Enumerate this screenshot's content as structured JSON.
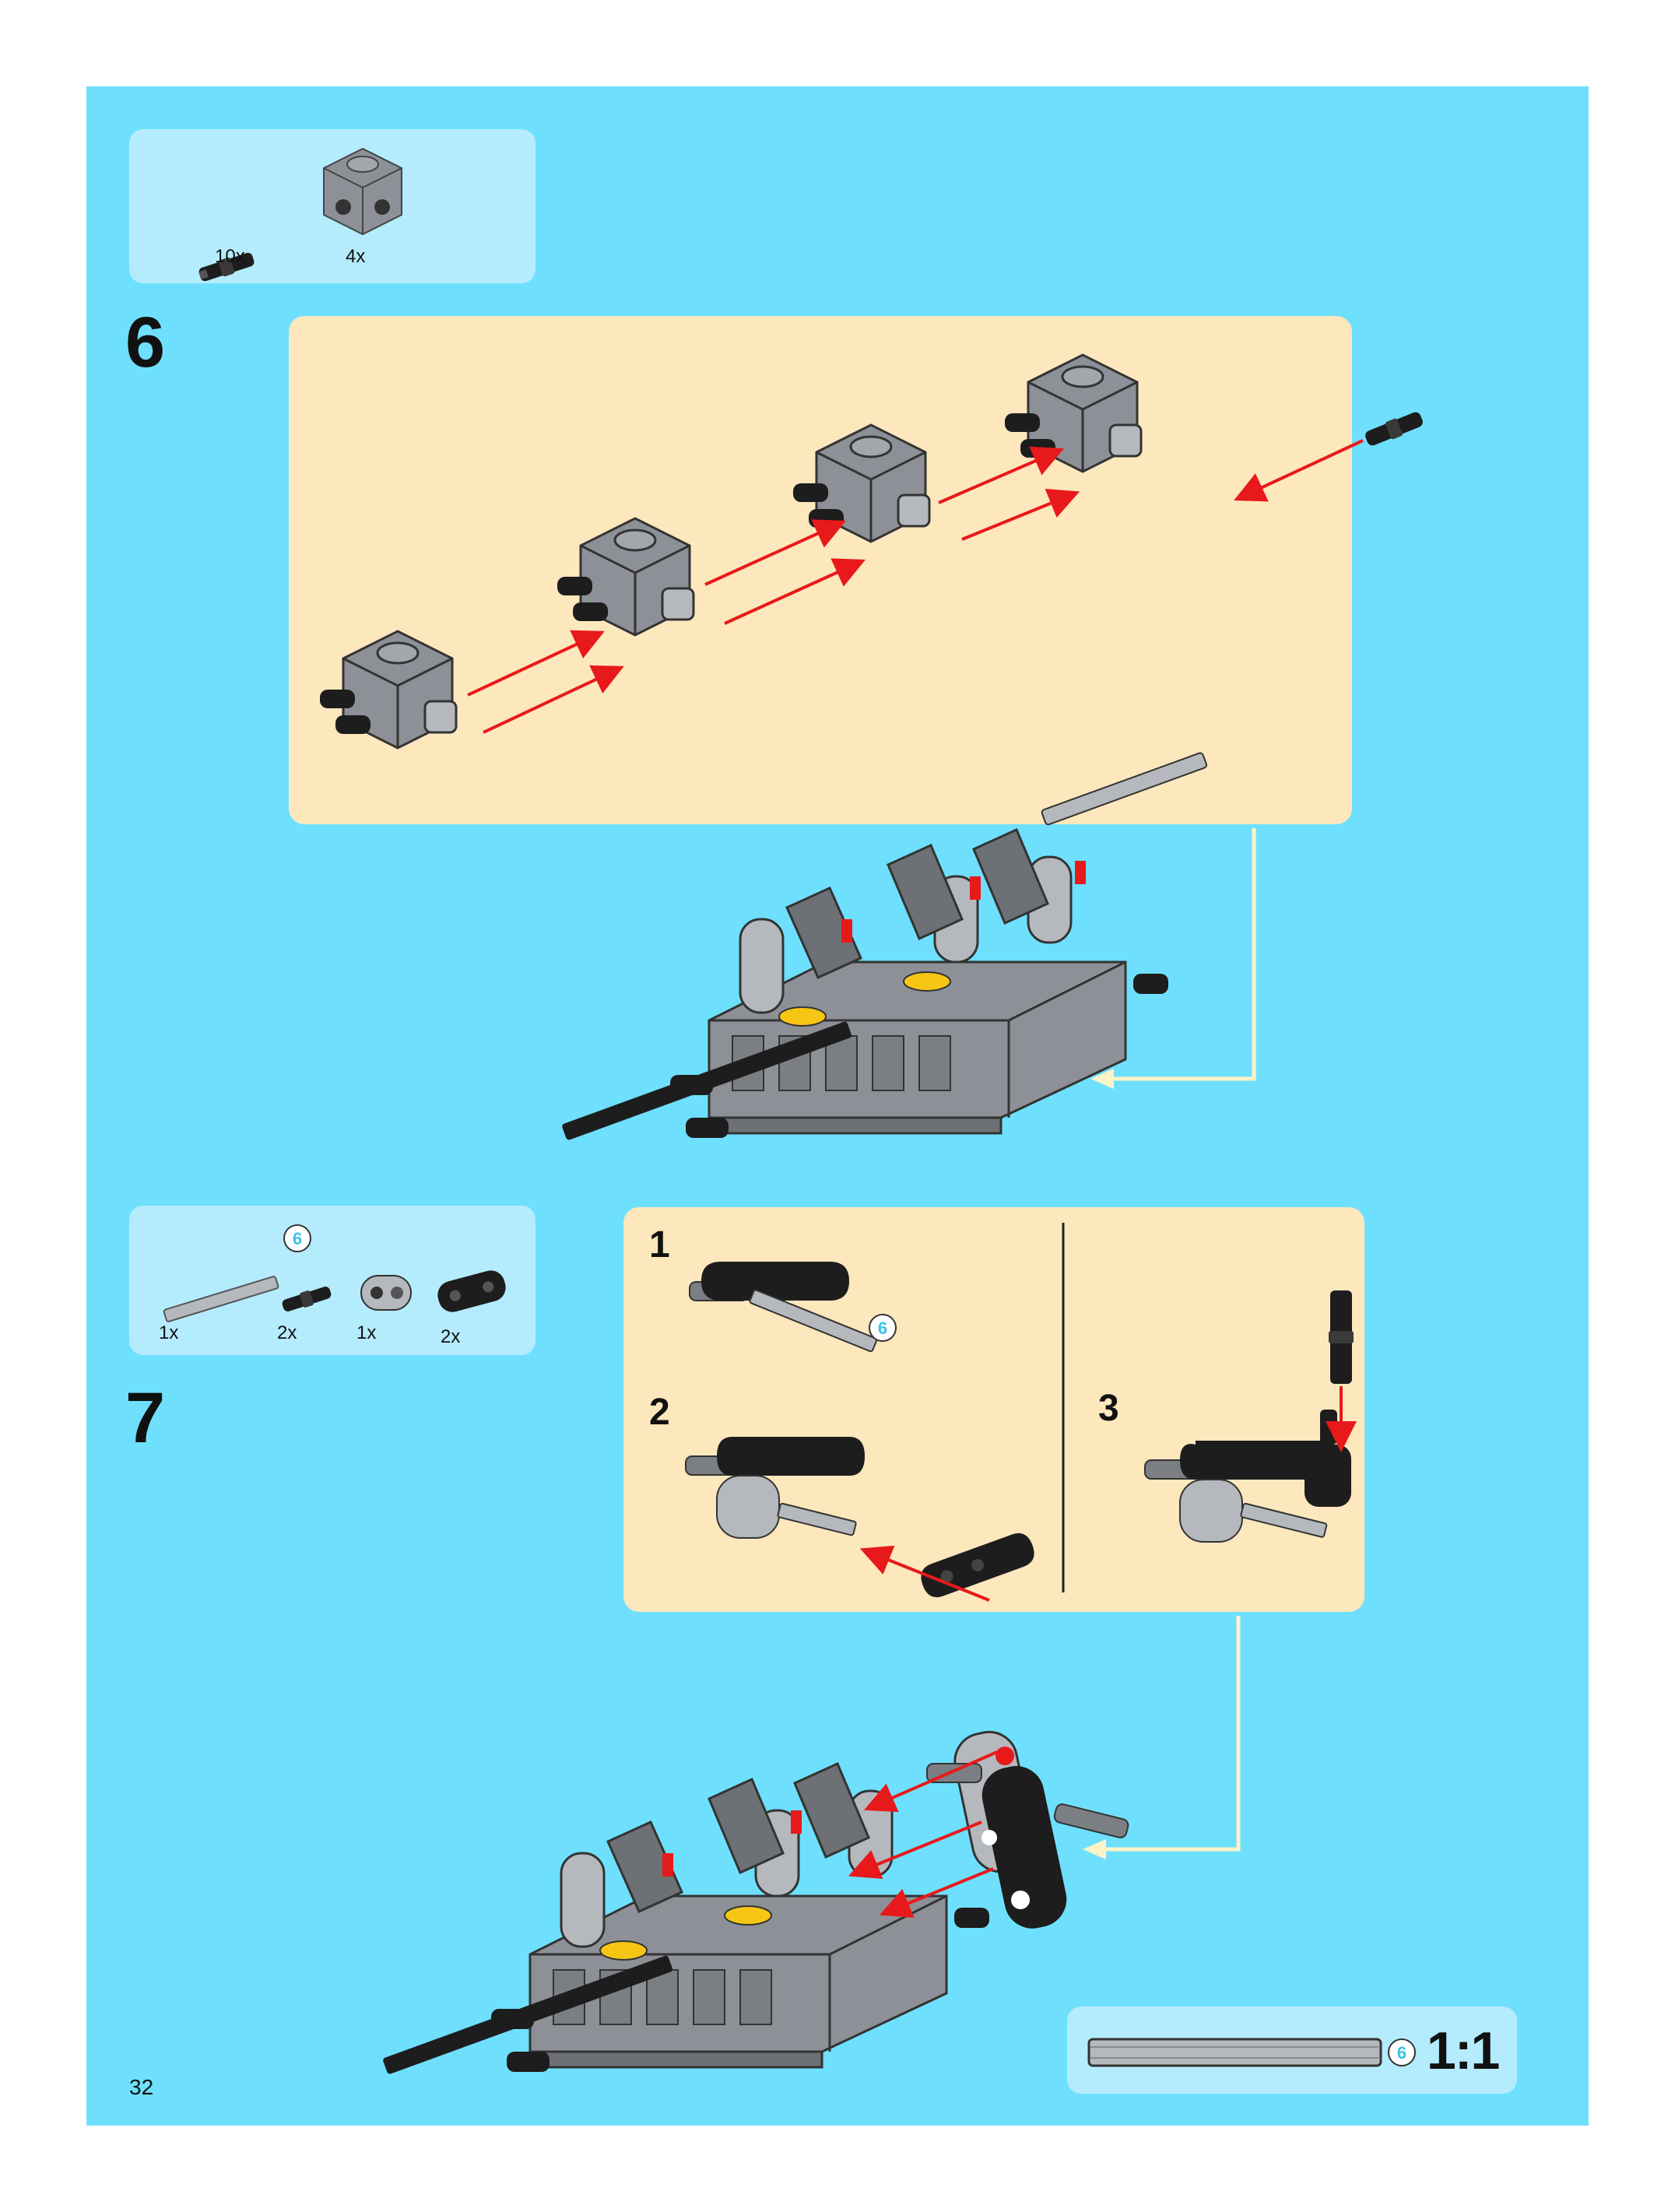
{
  "steps": [
    {
      "number": "6",
      "parts": [
        {
          "qty": "10x",
          "icon": "black-connector-peg"
        },
        {
          "qty": "4x",
          "icon": "gray-engine-block"
        }
      ]
    },
    {
      "number": "7",
      "parts": [
        {
          "qty": "1x",
          "icon": "gray-axle",
          "callout": "6"
        },
        {
          "qty": "2x",
          "icon": "black-connector-peg"
        },
        {
          "qty": "1x",
          "icon": "gray-axle-connector"
        },
        {
          "qty": "2x",
          "icon": "black-liftarm"
        }
      ],
      "substeps": [
        "1",
        "2",
        "3"
      ],
      "axle_length_tag": "6"
    }
  ],
  "scale_box": {
    "length_tag": "6",
    "ratio": "1:1"
  },
  "page_number": "32",
  "colors": {
    "page_bg": "#6ee0fd",
    "parts_bg": "#b4ecfd",
    "callout_bg": "#fde7bd",
    "arrow": "#e8191a",
    "guide_line": "#fdf3c8"
  }
}
